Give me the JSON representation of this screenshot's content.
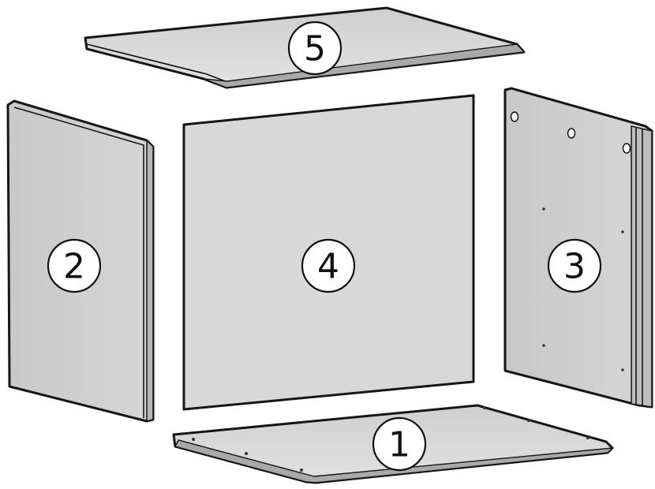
{
  "diagram": {
    "colors": {
      "panel_fill": "#cfcfcf",
      "panel_face_light": "#d8d8d8",
      "panel_edge": "#9a9a9a",
      "outline": "#161616",
      "callout_fill": "#ffffff"
    },
    "callouts": [
      {
        "id": "bottom-panel",
        "label": "1"
      },
      {
        "id": "left-side-panel",
        "label": "2"
      },
      {
        "id": "right-side-panel",
        "label": "3"
      },
      {
        "id": "back-panel",
        "label": "4"
      },
      {
        "id": "top-panel",
        "label": "5"
      }
    ]
  }
}
